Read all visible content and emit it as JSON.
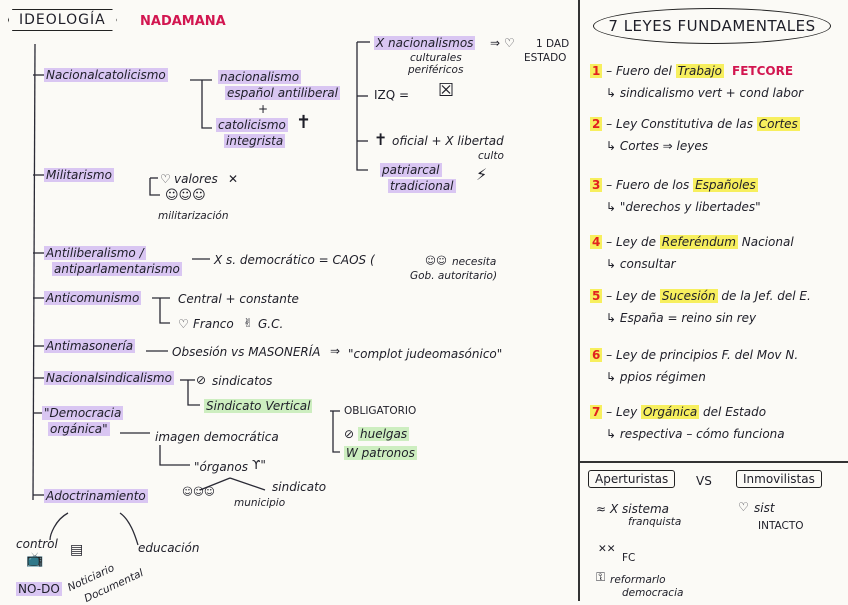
{
  "left": {
    "title": "IDEOLOGÍA",
    "tag": "NADAMANA",
    "branches": {
      "nacionalcatolicismo": "Nacionalcatolicismo",
      "nac_sub1_a": "nacionalismo",
      "nac_sub1_b": "español antiliberal",
      "plus": "+",
      "nac_sub2_a": "catolicismo",
      "nac_sub2_b": "integrista",
      "far1_a": "X nacionalismos",
      "far1_b": "culturales",
      "far1_c": "periféricos",
      "far1_d": "1 DAD",
      "far1_e": "ESTADO",
      "far2": "IZQ =",
      "far3_a": "oficial + X libertad",
      "far3_b": "culto",
      "far4_a": "patriarcal",
      "far4_b": "tradicional",
      "militarismo": "Militarismo",
      "mil_a": "valores",
      "mil_b": "militarización",
      "antiliberalismo_a": "Antiliberalismo /",
      "antiliberalismo_b": "antiparlamentarismo",
      "anti_sub_a": "X s. democrático = CAOS (",
      "anti_sub_b": "necesita",
      "anti_sub_c": "Gob. autoritario)",
      "anticomunismo": "Anticomunismo",
      "anticom_a": "Central + constante",
      "anticom_b": "Franco",
      "anticom_c": "G.C.",
      "antimasoneria": "Antimasonería",
      "antimas_a": "Obsesión vs MASONERÍA",
      "antimas_b": "\"complot judeomasónico\"",
      "nacsindicalismo": "Nacionalsindicalismo",
      "sind_a": "sindicatos",
      "sind_b": "Sindicato Vertical",
      "sind_c": "OBLIGATORIO",
      "sind_d": "huelgas",
      "sind_e": "W patronos",
      "democracia_a": "\"Democracia",
      "democracia_b": "orgánica\"",
      "dem_a": "imagen democrática",
      "dem_b": "\"órganos",
      "dem_c": "sindicato",
      "dem_d": "municipio",
      "adoctrinamiento": "Adoctrinamiento",
      "ado_a": "control",
      "ado_b": "educación",
      "ado_c": "NO-DO",
      "ado_d": "Noticiario",
      "ado_e": "Documental"
    }
  },
  "right": {
    "title": "7 LEYES FUNDAMENTALES",
    "laws": [
      {
        "n": "1",
        "pre": "Fuero del ",
        "hl": "Trabajo",
        "post": "",
        "red": "FETCORE",
        "sub": "sindicalismo vert + cond labor"
      },
      {
        "n": "2",
        "pre": "Ley Constitutiva de las ",
        "hl": "Cortes",
        "post": "",
        "red": "",
        "sub": "Cortes ⇒ leyes"
      },
      {
        "n": "3",
        "pre": "Fuero de los ",
        "hl": "Españoles",
        "post": "",
        "red": "",
        "sub": "\"derechos y libertades\""
      },
      {
        "n": "4",
        "pre": "Ley de ",
        "hl": "Referéndum",
        "post": " Nacional",
        "red": "",
        "sub": "consultar"
      },
      {
        "n": "5",
        "pre": "Ley de ",
        "hl": "Sucesión",
        "post": " de la Jef. del E.",
        "red": "",
        "sub": "España = reino sin rey"
      },
      {
        "n": "6",
        "pre": "Ley de principios ",
        "hl": "",
        "post": "F. del Mov N.",
        "red": "",
        "sub": "ppios régimen"
      },
      {
        "n": "7",
        "pre": "Ley ",
        "hl": "Orgánica",
        "post": " del Estado",
        "red": "",
        "sub": "respectiva – cómo funciona"
      }
    ],
    "bottom": {
      "left_head": "Aperturistas",
      "vs": "VS",
      "right_head": "Inmovilistas",
      "l1_a": "X sistema",
      "l1_b": "franquista",
      "l2": "FC",
      "l3_a": "reformarlo",
      "l3_b": "democracia",
      "r1_a": "sist",
      "r1_b": "INTACTO"
    }
  },
  "colors": {
    "purple_hl": "#d9c6f2",
    "yellow_hl": "#f7ef5e",
    "green_hl": "#cdeec0",
    "accent_red": "#d21650"
  }
}
